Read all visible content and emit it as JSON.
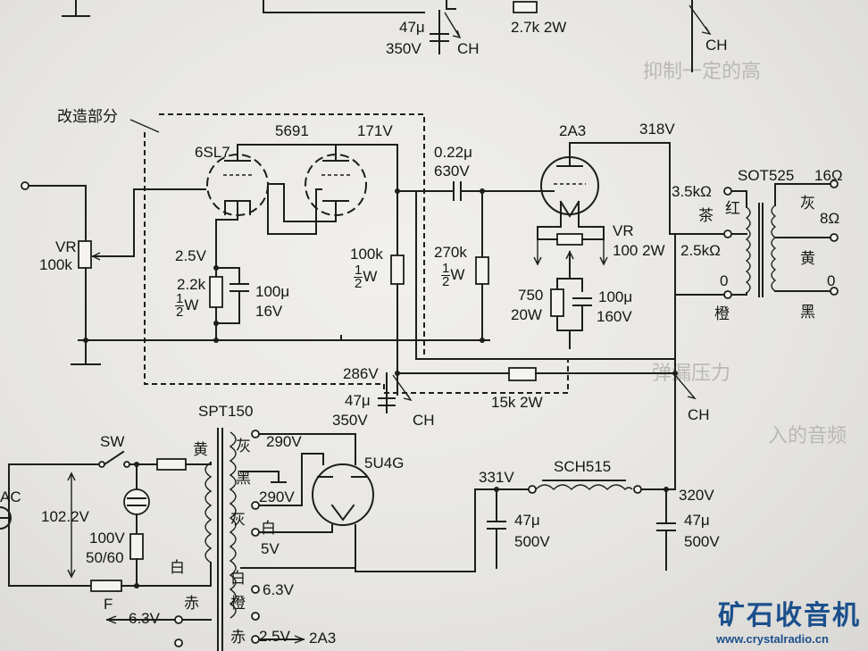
{
  "top": {
    "cap": "47μ",
    "cap_v": "350V",
    "ch": "CH",
    "res": "2.7k 2W",
    "ch2": "CH"
  },
  "modified_section": {
    "label": "改造部分"
  },
  "input": {
    "vr": "VR",
    "vr_val": "100k"
  },
  "tubes": {
    "t1": "6SL7",
    "t2": "5691",
    "t3": "2A3",
    "rect": "5U4G"
  },
  "voltages": {
    "v171": "171V",
    "v318": "318V",
    "v25": "2.5V",
    "v286": "286V",
    "v331": "331V",
    "v320": "320V"
  },
  "components": {
    "r_22k": "2.2k",
    "r_22k_w_n": "1",
    "r_22k_w_d": "2",
    "r_22k_w": "W",
    "c_100u_a": "100μ",
    "c_100u_a_v": "16V",
    "r_100k": "100k",
    "r_100k_w_n": "1",
    "r_100k_w_d": "2",
    "r_100k_w": "W",
    "c_coupling": "0.22μ",
    "c_coupling_v": "630V",
    "r_270k": "270k",
    "r_270k_w_n": "1",
    "r_270k_w_d": "2",
    "r_270k_w": "W",
    "vr2": "VR",
    "vr2_val": "100 2W",
    "r_750": "750",
    "r_750_w": "20W",
    "c_100u_b": "100μ",
    "c_100u_b_v": "160V",
    "c_47u_mid": "47μ",
    "c_47u_mid_v": "350V",
    "ch_mid": "CH",
    "r_15k": "15k 2W",
    "ch_right": "CH",
    "c_47u_l": "47μ",
    "c_47u_l_v": "500V",
    "c_47u_r": "47μ",
    "c_47u_r_v": "500V",
    "choke": "SCH515"
  },
  "output_transformer": {
    "name": "SOT525",
    "t16": "16Ω",
    "t8": "8Ω",
    "t0": "0",
    "p35": "3.5kΩ",
    "p25": "2.5kΩ",
    "p0": "0",
    "red": "红",
    "brown": "茶",
    "orange": "橙",
    "gray": "灰",
    "yellow": "黄",
    "black": "黑"
  },
  "power_transformer": {
    "name": "SPT150",
    "sw": "SW",
    "ac": "AC",
    "v1022": "102.2V",
    "lamp_r": "100V",
    "lamp_r2": "50/60",
    "fuse": "F",
    "yellow": "黄",
    "white": "白",
    "red": "赤",
    "s_gray": "灰",
    "s290a": "290V",
    "s_black": "黑",
    "s290b": "290V",
    "s_gray2": "灰",
    "s_white": "白",
    "s5v": "5V",
    "s_white2": "白",
    "s63a": "6.3V",
    "s_orange": "橙",
    "s_red": "赤",
    "s25": "2.5V",
    "s_2a3": "2A3",
    "s63b": "6.3V"
  },
  "watermark": {
    "name": "矿石收音机",
    "url": "www.crystalradio.cn"
  }
}
